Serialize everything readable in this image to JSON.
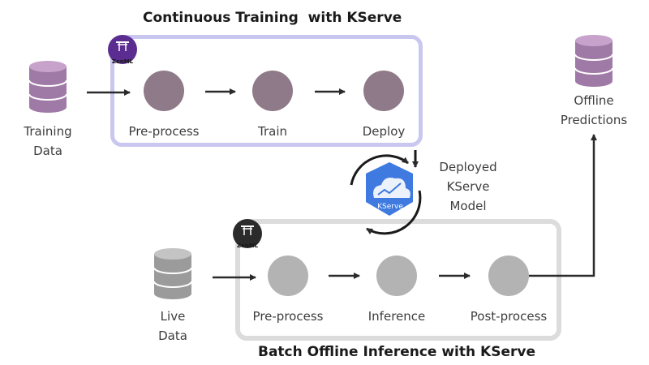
{
  "top_title": "Continuous Training  with KServe",
  "bottom_title": "Batch Offline Inference with KServe",
  "training_pipeline": {
    "logo": "ZenML",
    "source_label": [
      "Training",
      "Data"
    ],
    "steps": [
      "Pre-process",
      "Train",
      "Deploy"
    ]
  },
  "inference_pipeline": {
    "logo": "ZenML",
    "source_label": [
      "Live",
      "Data"
    ],
    "steps": [
      "Pre-process",
      "Inference",
      "Post-process"
    ]
  },
  "deployed_model": {
    "logo": "KServe",
    "label": [
      "Deployed",
      "KServe",
      "Model"
    ]
  },
  "output": {
    "label": [
      "Offline",
      "Predictions"
    ]
  },
  "colors": {
    "top_box_border": "#c9c7f0",
    "bottom_box_border": "#dcdcdc",
    "top_node": "#8e7a88",
    "bottom_node": "#b3b3b3",
    "database_purple": "#a07aa6",
    "database_gray": "#9b9b9b",
    "zenml_top": "#5b2d90",
    "zenml_bottom": "#2b2b2b",
    "kserve_blue": "#3e7ae0"
  }
}
